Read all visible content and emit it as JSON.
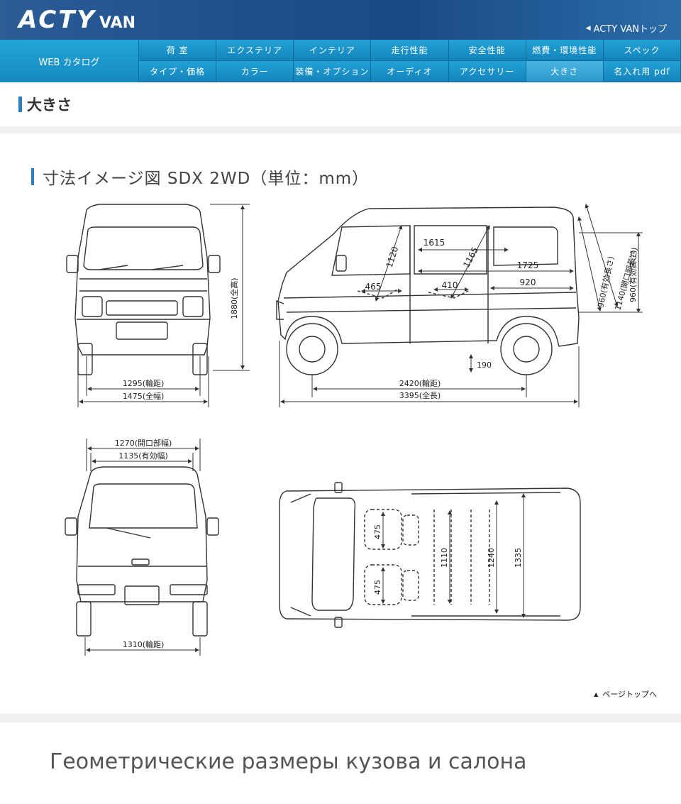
{
  "header": {
    "logo_main": "ACTY",
    "logo_sub": "VAN",
    "top_link": "ACTY VANトップ"
  },
  "nav": {
    "label": "WEB カタログ",
    "row1": [
      "荷 室",
      "エクステリア",
      "インテリア",
      "走行性能",
      "安全性能",
      "燃費・環境性能",
      "スペック"
    ],
    "row2": [
      "タイプ・価格",
      "カラー",
      "装備・オプション",
      "オーディオ",
      "アクセサリー",
      "大きさ",
      "名入れ用 pdf"
    ],
    "active": "大きさ"
  },
  "page": {
    "title": "大きさ",
    "diagram_title": "寸法イメージ図 SDX 2WD（単位：mm）",
    "page_top": "ページトップへ"
  },
  "dimensions": {
    "front_track": "1295(輪距)",
    "front_width": "1475(全幅)",
    "height_total": "1880(全高)",
    "wheelbase": "2420(輪距)",
    "length_total": "3395(全長)",
    "ground_clearance": "190",
    "d1615": "1615",
    "d1725": "1725",
    "d1120": "1120",
    "d1165": "1165",
    "d465": "465",
    "d410": "410",
    "d920": "920",
    "eff_length": "960(有効長さ)",
    "opening_length": "1140(開口部長さ)",
    "eff_height": "960(有効高さ)",
    "opening_width": "1270(開口部幅)",
    "eff_width": "1135(有効幅)",
    "rear_track": "1310(輪距)",
    "seat1": "475",
    "seat2": "475",
    "d1110": "1110",
    "d1240": "1240",
    "d1335": "1335"
  },
  "caption": "Геометрические размеры кузова и салона"
}
